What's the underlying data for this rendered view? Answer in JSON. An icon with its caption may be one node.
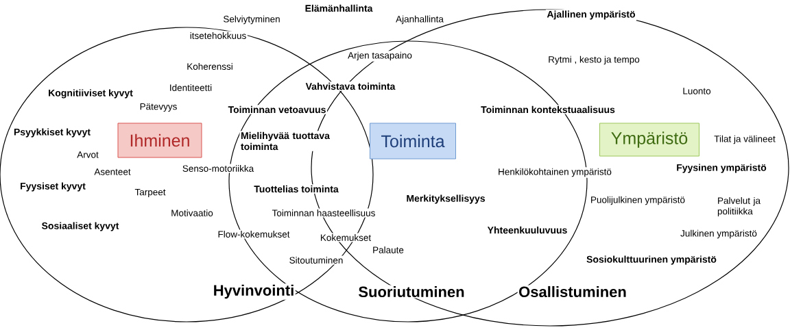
{
  "diagram": {
    "nodes": [
      {
        "text": [],
        "shape": "ellipse"
      },
      {
        "text": [],
        "shape": "ellipse"
      },
      {
        "text": [],
        "shape": "ellipse"
      },
      {
        "text": [
          "Ihminen"
        ],
        "in": 0
      },
      {
        "text": [
          "Toiminta"
        ]
      },
      {
        "text": [
          "Ympäristö"
        ],
        "in": 2
      }
    ],
    "labels": [
      "Elämänhallinta",
      "Ajallinen ympäristö",
      "Selviytyminen",
      "Ajanhallinta",
      "itsetehokkuus",
      "Arjen tasapaino",
      "Rytmi , kesto ja tempo",
      "Koherenssi",
      "Kognitiiviset kyvyt",
      "Identiteetti",
      "Vahvistava toiminta",
      "Luonto",
      "Pätevyys",
      "Toiminnan vetoavuus",
      "Toiminnan kontekstuaalisuus",
      "Psyykkiset kyvyt",
      "Mielihyvää tuottava toiminta",
      "Tilat ja välineet",
      "Arvot",
      "Asenteet",
      "Senso-motoriikka",
      "Henkilökohtainen ympäristö",
      "Fyysinen ympäristö",
      "Fyysiset kyvyt",
      "Tarpeet",
      "Tuottelias toiminta",
      "Palvelut ja politiikka",
      "Merkityksellisyys",
      "Puolijulkinen ympäristö",
      "Motivaatio",
      "Toiminnan haasteellisuus",
      "Sosiaaliset kyvyt",
      "Yhteenkuuluvuus",
      "Flow-kokemukset",
      "Kokemukset",
      "Julkinen ympäristö",
      "Palaute",
      "Sitoutuminen",
      "Sosiokulttuurinen ympäristö",
      "Hyvinvointi",
      "Suoriutuminen",
      "Osallistuminen"
    ]
  }
}
